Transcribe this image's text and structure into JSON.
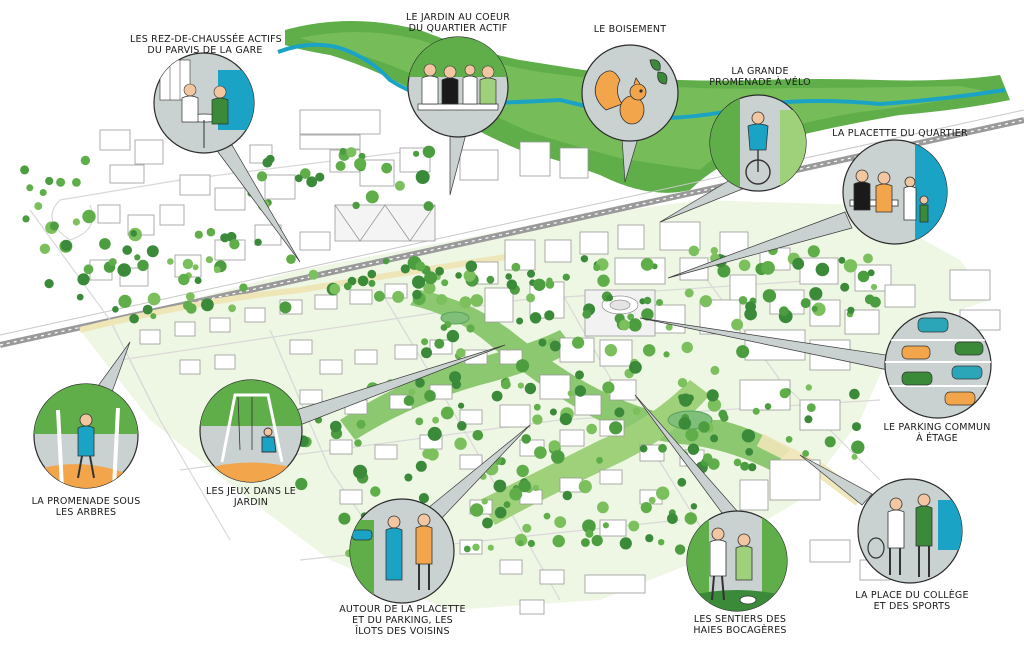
{
  "colors": {
    "green_dark": "#3a8a3a",
    "green_mid": "#5fae4a",
    "green_light": "#9fd07a",
    "green_pale": "#d9edc6",
    "river_blue": "#1ba3c6",
    "rail_grey": "#9a9a9a",
    "circle_grey": "#c9d2d0",
    "teal_car": "#2aa6b8",
    "orange_car": "#f2a54a",
    "path_sand": "#efe6b8"
  },
  "vignettes": [
    {
      "id": "gare",
      "icon": "cafe-table-icon",
      "lines": [
        "LES REZ-DE-CHAUSSÉE ACTIFS",
        "DU PARVIS DE LA GARE"
      ]
    },
    {
      "id": "jardin",
      "icon": "picnic-icon",
      "lines": [
        "LE JARDIN AU COEUR",
        "DU QUARTIER ACTIF"
      ]
    },
    {
      "id": "boisement",
      "icon": "squirrel-icon",
      "lines": [
        "LE BOISEMENT"
      ]
    },
    {
      "id": "velo",
      "icon": "bicycle-icon",
      "lines": [
        "LA GRANDE",
        "PROMENADE À VÉLO"
      ]
    },
    {
      "id": "placette",
      "icon": "bench-icon",
      "lines": [
        "LA PLACETTE DU QUARTIER"
      ]
    },
    {
      "id": "parking",
      "icon": "car-icon",
      "lines": [
        "LE PARKING COMMUN",
        "À ÉTAGE"
      ]
    },
    {
      "id": "college",
      "icon": "racket-icon",
      "lines": [
        "LA PLACE DU COLLÈGE",
        "ET DES SPORTS"
      ]
    },
    {
      "id": "sentiers",
      "icon": "walkers-icon",
      "lines": [
        "LES SENTIERS DES",
        "HAIES BOCAGÈRES"
      ]
    },
    {
      "id": "ilots",
      "icon": "neighbours-icon",
      "lines": [
        "AUTOUR DE LA PLACETTE",
        "ET DU PARKING, LES",
        "ÎLOTS DES VOISINS"
      ]
    },
    {
      "id": "jeux",
      "icon": "swing-icon",
      "lines": [
        "LES JEUX DANS LE",
        "JARDIN"
      ]
    },
    {
      "id": "arbres",
      "icon": "walker-icon",
      "lines": [
        "LA PROMENADE SOUS",
        "LES ARBRES"
      ]
    }
  ]
}
